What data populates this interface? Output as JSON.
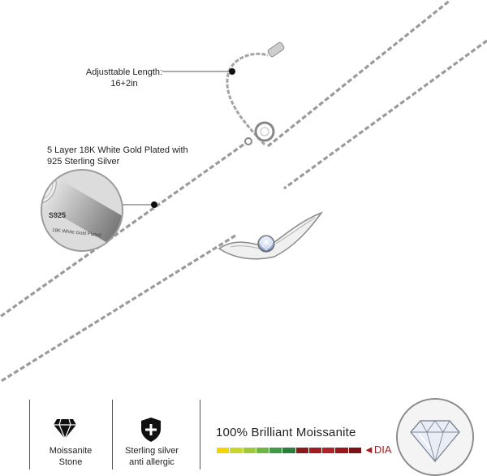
{
  "callouts": {
    "length_line1": "Adjusttable Length:",
    "length_line2": "16+2in",
    "plating_line1": "5 Layer 18K White Gold Plated with",
    "plating_line2": "925 Sterling Silver"
  },
  "zoom_labels": {
    "metal": "S925",
    "plating": "18K White Gold Plated"
  },
  "features": [
    {
      "line1": "Moissanite",
      "line2": "Stone",
      "icon": "diamond-icon"
    },
    {
      "line1": "Sterling silver",
      "line2": "anti allergic",
      "icon": "shield-plus-icon"
    }
  ],
  "brilliant": {
    "title": "100% Brilliant Moissanite",
    "scale_label": "◄DIA",
    "scale_colors": [
      "#f4d400",
      "#c8d62c",
      "#9fc93a",
      "#6fb545",
      "#3f9c45",
      "#2a7f3a",
      "#8b1a1a",
      "#a01e22",
      "#b02228",
      "#98181c",
      "#7a1418"
    ]
  },
  "colors": {
    "accent_red": "#a61e24",
    "chain": "#9a9a9a"
  }
}
